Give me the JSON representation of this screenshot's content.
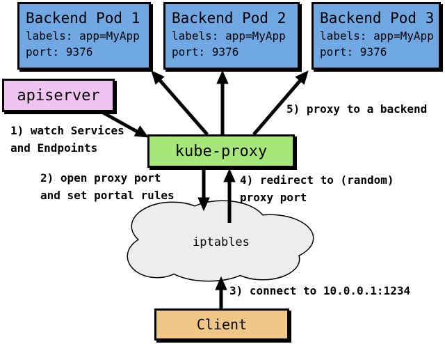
{
  "diagram": {
    "pods": [
      {
        "title": "Backend Pod 1",
        "labels_line": "labels: app=MyApp",
        "port_line": "port: 9376"
      },
      {
        "title": "Backend Pod 2",
        "labels_line": "labels: app=MyApp",
        "port_line": "port: 9376"
      },
      {
        "title": "Backend Pod 3",
        "labels_line": "labels: app=MyApp",
        "port_line": "port: 9376"
      }
    ],
    "apiserver": {
      "label": "apiserver"
    },
    "kube_proxy": {
      "label": "kube-proxy"
    },
    "iptables": {
      "label": "iptables"
    },
    "client": {
      "label": "Client"
    },
    "annotations": {
      "step1": "1) watch Services\nand Endpoints",
      "step2": "2) open proxy port\nand set portal rules",
      "step3": "3) connect to 10.0.0.1:1234",
      "step4": "4) redirect to (random)\nproxy port",
      "step5": "5) proxy to a backend"
    },
    "colors": {
      "pod_fill": "#6FA8E3",
      "apiserver_fill": "#EFC4F0",
      "kube_proxy_fill": "#A7E77A",
      "client_fill": "#F0C784",
      "cloud_fill": "#EDEDED",
      "line": "#000000"
    }
  }
}
